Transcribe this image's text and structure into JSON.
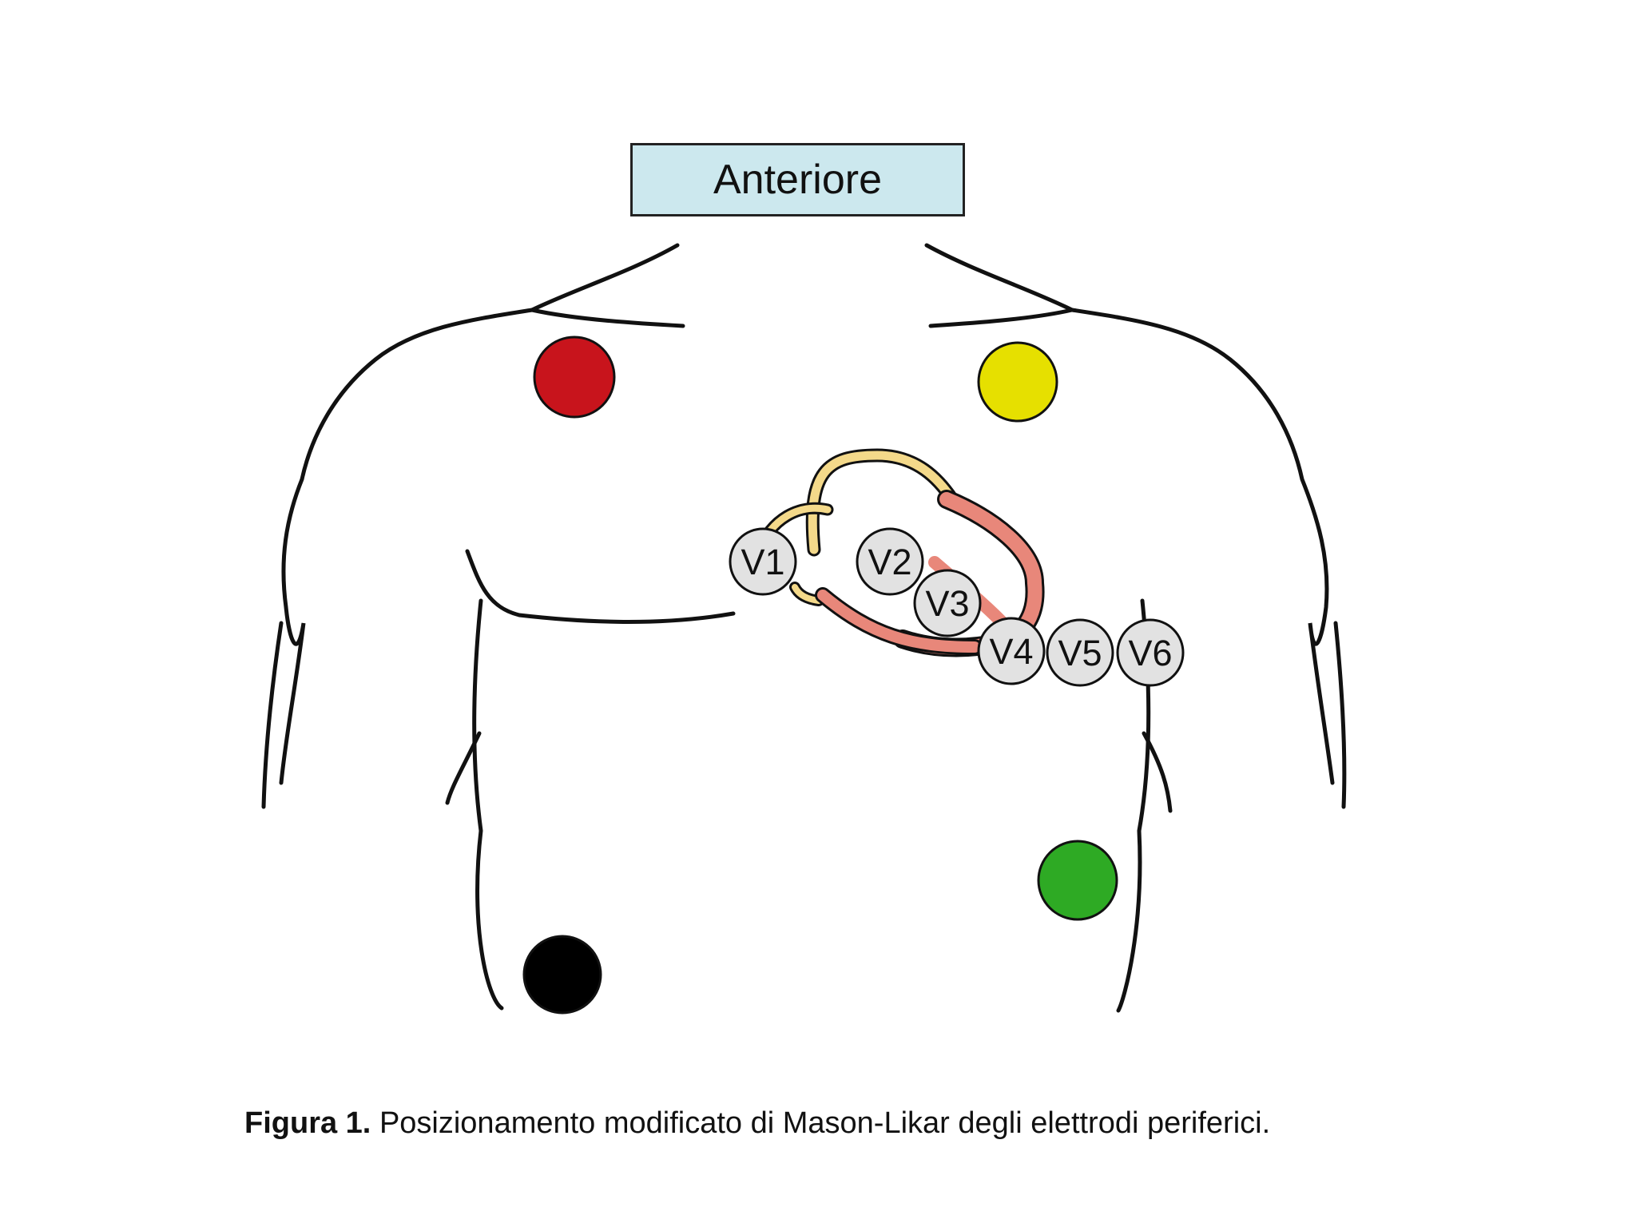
{
  "header": {
    "label": "Anteriore"
  },
  "electrodes": {
    "limb": [
      {
        "name": "right-arm",
        "color": "#c8141c"
      },
      {
        "name": "left-arm",
        "color": "#e6e000"
      },
      {
        "name": "left-leg",
        "color": "#2eaa24"
      },
      {
        "name": "right-leg",
        "color": "#000000"
      }
    ],
    "precordial": [
      "V1",
      "V2",
      "V3",
      "V4",
      "V5",
      "V6"
    ]
  },
  "colors": {
    "outline": "#111111",
    "vessels": "#f4d98a",
    "heart": "#e8877a",
    "precordial_fill": "#e2e2e2"
  },
  "caption": {
    "label": "Figura 1.",
    "text": "Posizionamento modificato di Mason-Likar degli elettrodi periferici."
  }
}
